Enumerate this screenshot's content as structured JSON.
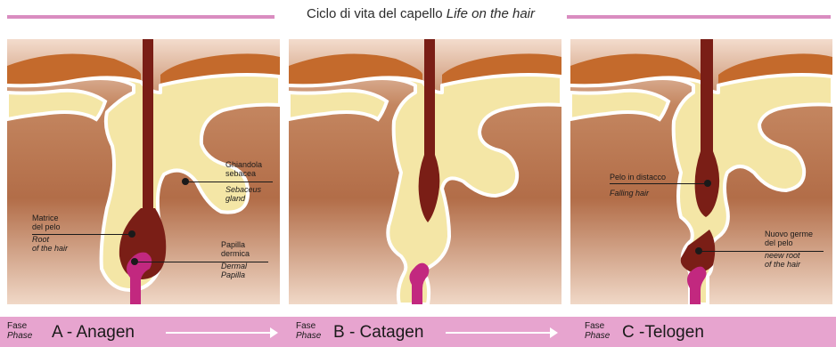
{
  "title": {
    "it": "Ciclo di vita del capello",
    "en": "Life on the hair"
  },
  "colors": {
    "skin_top": "#f1d7c6",
    "skin_dark": "#b0704b",
    "dermis_band": "#c46a2c",
    "fat": "#f4e6a6",
    "hair": "#7a1e16",
    "papilla": "#c2287f",
    "accent_bar": "#e7a4cf"
  },
  "panels": {
    "anagen": {
      "labels": {
        "sebaceous_it": "Ghiandola\nsebacea",
        "sebaceous_en": "Sebaceus\ngland",
        "matrix_it": "Matrice\ndel pelo",
        "matrix_en": "Root\nof the hair",
        "papilla_it": "Papilla\ndermica",
        "papilla_en": "Dermal\nPapilla"
      }
    },
    "telogen": {
      "labels": {
        "falling_it": "Pelo in distacco",
        "falling_en": "Falling hair",
        "germ_it": "Nuovo germe\ndel pelo",
        "germ_en": "neew root\nof the hair"
      }
    }
  },
  "phases": [
    {
      "small_it": "Fase",
      "small_en": "Phase",
      "name": "A - Anagen"
    },
    {
      "small_it": "Fase",
      "small_en": "Phase",
      "name": "B - Catagen"
    },
    {
      "small_it": "Fase",
      "small_en": "Phase",
      "name": "C -Telogen"
    }
  ]
}
